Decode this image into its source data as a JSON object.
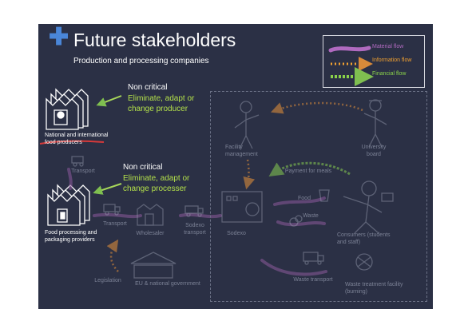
{
  "header": {
    "title": "Future stakeholders",
    "subtitle": "Production and processing companies"
  },
  "legend": {
    "items": [
      {
        "label": "Material flow",
        "color": "#b06abf"
      },
      {
        "label": "Information flow",
        "color": "#f0a030"
      },
      {
        "label": "Financial flow",
        "color": "#8ad24a"
      }
    ]
  },
  "nodes": {
    "producers": "National and international food producers",
    "processors": "Food processing and packaging providers",
    "transport_top": "Transport",
    "transport_mid": "Transport",
    "wholesaler": "Wholesaler",
    "sodexo_transport": "Sodexo transport",
    "sodexo": "Sodexo",
    "legislation": "Legislation",
    "government": "EU & national government",
    "facility": "Facility management",
    "university": "University board",
    "payment": "Payment for meals",
    "food": "Food",
    "waste": "Waste",
    "consumers": "Consumers (students and staff)",
    "waste_transport": "Waste transport",
    "waste_facility": "Waste treatment facility (burning)"
  },
  "callouts": {
    "producer": {
      "heading": "Non critical",
      "action": "Eliminate, adapt or change producer"
    },
    "processor": {
      "heading": "Non critical",
      "action": "Eliminate, adapt or change processer"
    }
  },
  "colors": {
    "background": "#2b3045",
    "accent_plus": "#4a86d8",
    "action_text": "#b3e04a",
    "strike": "#d83a3a"
  }
}
